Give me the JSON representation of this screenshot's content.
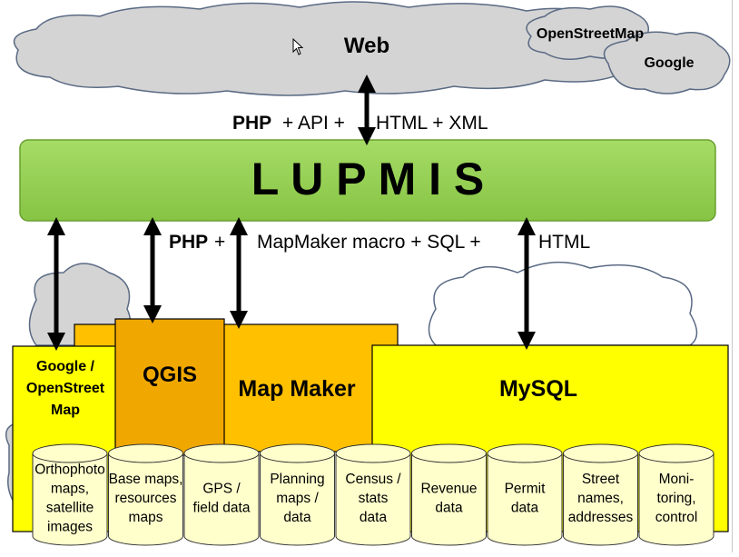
{
  "colors": {
    "cloud_fill": "#d4d4d4",
    "cloud_stroke": "#5a6a84",
    "lupmis_bar_fill": "#92d050",
    "yellow_box": "#ffff00",
    "orange_box": "#ffc000",
    "dark_orange_box": "#f0a800",
    "arrow": "#000000"
  },
  "cloud": {
    "main_label": "Web",
    "osm_label": "OpenStreetMap",
    "google_label": "Google"
  },
  "top_protocols": {
    "php": "PHP",
    "rest": "+ API +",
    "html_xml": "HTML + XML"
  },
  "lupmis_bar": {
    "title": "L U P M I S"
  },
  "middle_protocols": {
    "php": "PHP",
    "plus": "+",
    "rest": "MapMaker macro + SQL +",
    "html": "HTML"
  },
  "components": {
    "google_osm": [
      "Google /",
      "OpenStreet",
      "Map"
    ],
    "qgis": "QGIS",
    "map_maker": "Map Maker",
    "mysql": "MySQL"
  },
  "databases": [
    {
      "lines": [
        "Orthophoto",
        "maps,",
        "satellite",
        "images"
      ]
    },
    {
      "lines": [
        "Base maps,",
        "resources",
        "maps"
      ]
    },
    {
      "lines": [
        "GPS /",
        "field data"
      ]
    },
    {
      "lines": [
        "Planning",
        "maps /",
        "data"
      ]
    },
    {
      "lines": [
        "Census /",
        "stats",
        "data"
      ]
    },
    {
      "lines": [
        "Revenue",
        "data"
      ]
    },
    {
      "lines": [
        "Permit",
        "data"
      ]
    },
    {
      "lines": [
        "Street",
        "names,",
        "addresses"
      ]
    },
    {
      "lines": [
        "Moni-",
        "toring,",
        "control"
      ]
    }
  ]
}
